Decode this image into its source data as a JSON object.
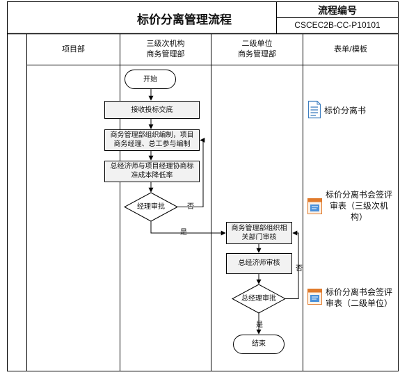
{
  "header": {
    "title": "标价分离管理流程",
    "code_label": "流程编号",
    "code_value": "CSCEC2B-CC-P10101"
  },
  "lanes": [
    {
      "lines": [
        "项目部"
      ]
    },
    {
      "lines": [
        "三级次机构",
        "商务管理部"
      ]
    },
    {
      "lines": [
        "二级单位",
        "商务管理部"
      ]
    },
    {
      "lines": [
        "表单/模板"
      ]
    }
  ],
  "nodes": {
    "start": "开始",
    "receive": "接收投标交底",
    "organize": [
      "商务管理部组织编制，项目",
      "商务经理、总工参与编制"
    ],
    "negotiate": [
      "总经济师与项目经理协商标",
      "准成本降低率"
    ],
    "approve1": "经理审批",
    "review": [
      "商务管理部组织相",
      "关部门审核"
    ],
    "economist": "总经济师审核",
    "approve2": "总经理审批",
    "end": "结束"
  },
  "edge_labels": {
    "no1": "否",
    "yes1": "是",
    "no2": "否",
    "yes2": "是"
  },
  "documents": [
    {
      "icon": "document-icon",
      "lines": [
        "标价分离书"
      ]
    },
    {
      "icon": "form-icon",
      "lines": [
        "标价分离书会签评",
        "审表（三级次机",
        "构）"
      ]
    },
    {
      "icon": "form-icon",
      "lines": [
        "标价分离书会签评",
        "审表（二级单位）"
      ]
    }
  ],
  "colors": {
    "line": "#000000",
    "box_fill": "#f2f2f2",
    "doc_blue": "#3f7fc0",
    "form_orange": "#e07a2b",
    "form_blue": "#4a90d9"
  }
}
